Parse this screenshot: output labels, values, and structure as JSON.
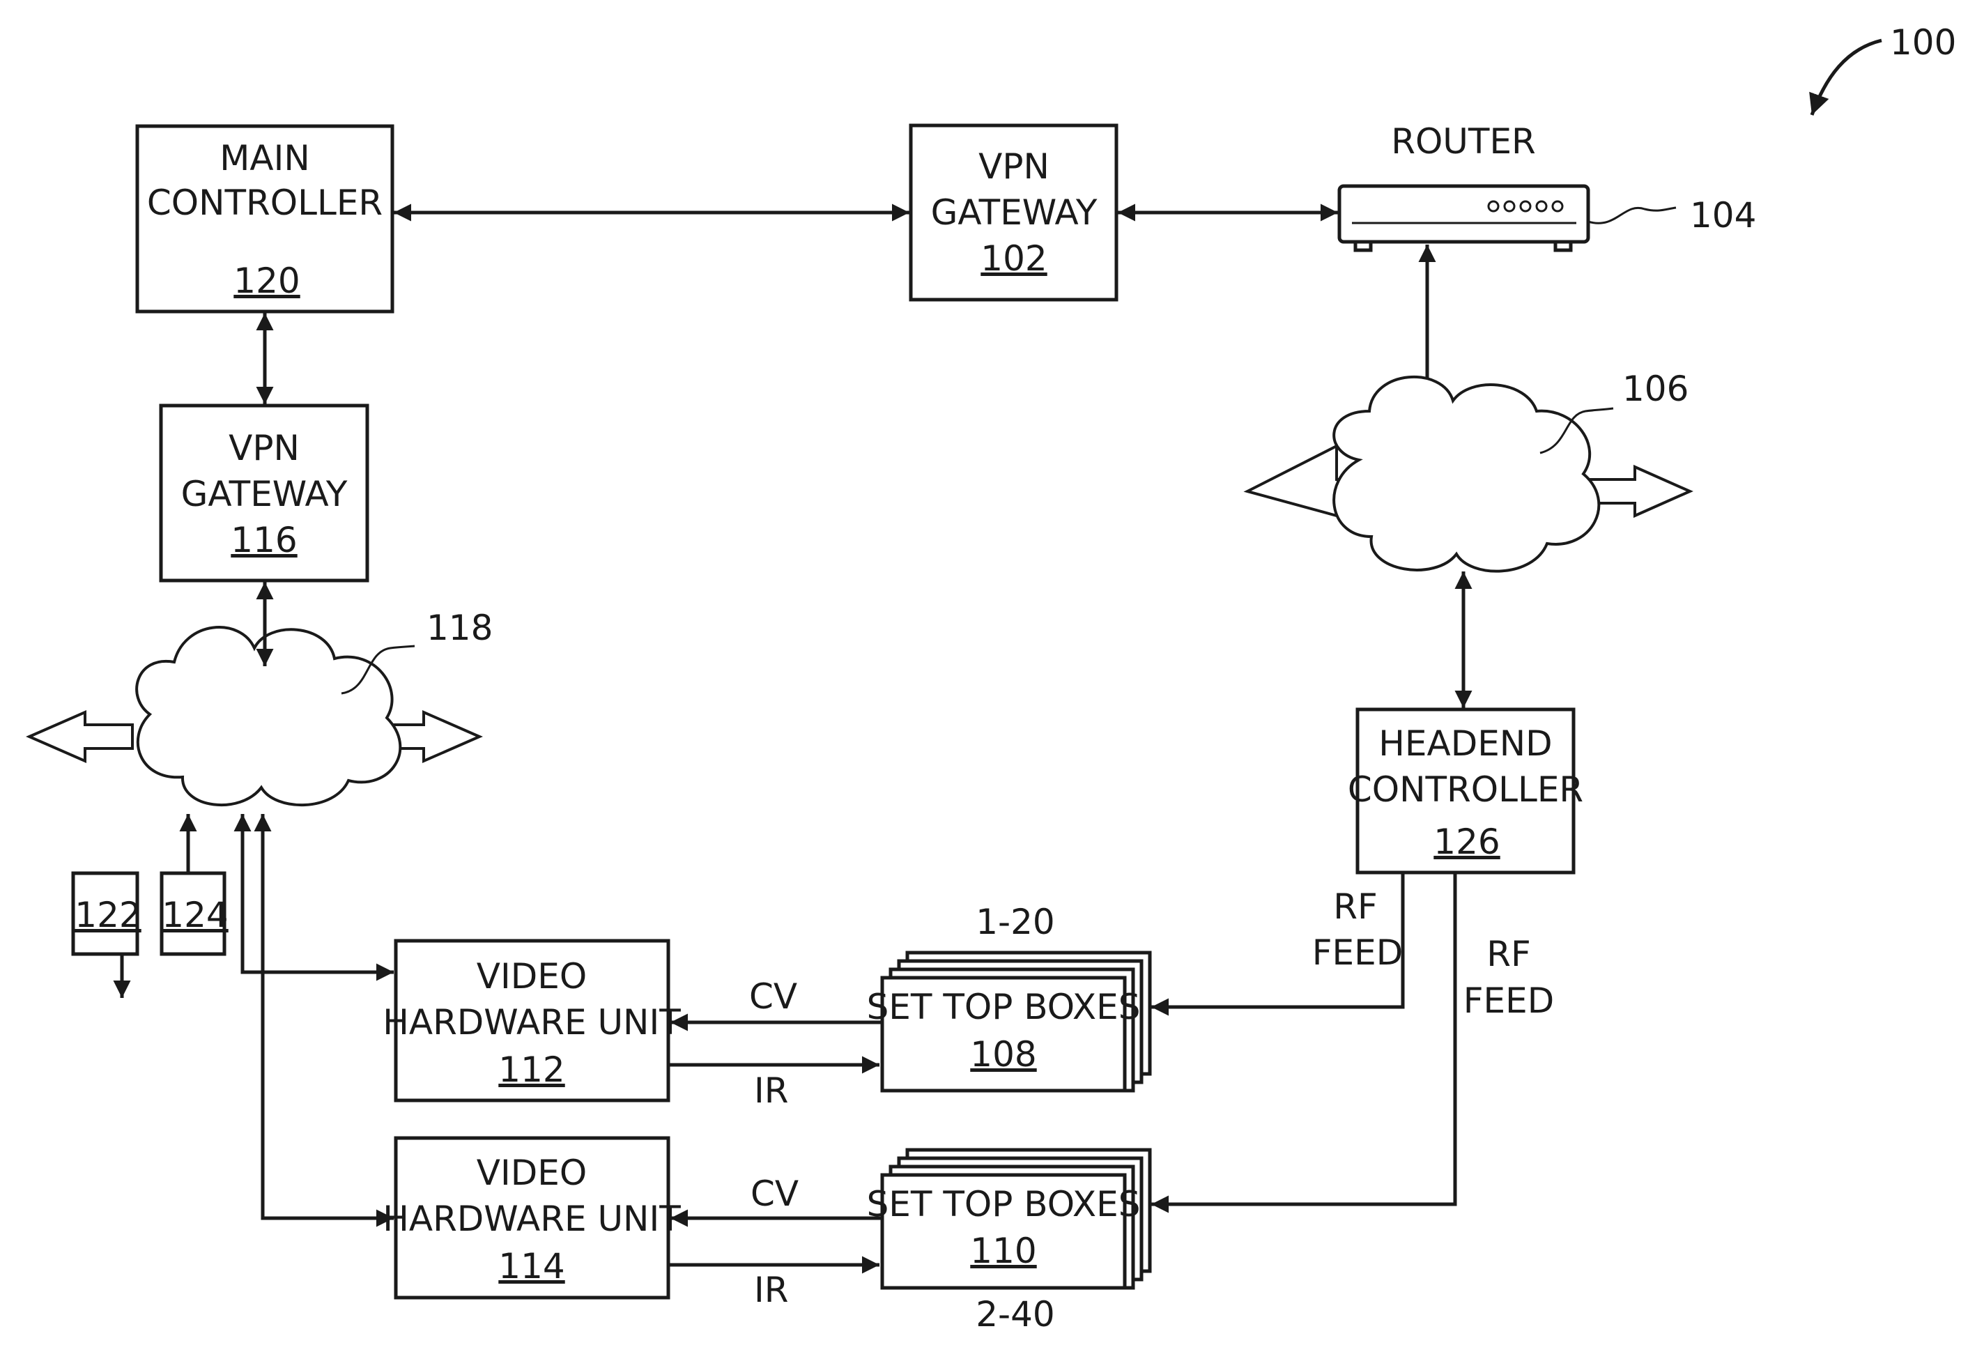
{
  "figure_ref": "100",
  "main_controller": {
    "line1": "MAIN",
    "line2": "CONTROLLER",
    "ref": "120"
  },
  "vpn_gateway_top": {
    "line1": "VPN",
    "line2": "GATEWAY",
    "ref": "102"
  },
  "router": {
    "label": "ROUTER",
    "ref": "104"
  },
  "vpn_gateway_left": {
    "line1": "VPN",
    "line2": "GATEWAY",
    "ref": "116"
  },
  "cloud_right": {
    "ref": "106"
  },
  "cloud_left": {
    "ref": "118"
  },
  "headend_controller": {
    "line1": "HEADEND",
    "line2": "CONTROLLER",
    "ref": "126"
  },
  "device_122": {
    "ref": "122"
  },
  "device_124": {
    "ref": "124"
  },
  "video_unit_112": {
    "line1": "VIDEO",
    "line2": "HARDWARE UNIT",
    "ref": "112"
  },
  "video_unit_114": {
    "line1": "VIDEO",
    "line2": "HARDWARE UNIT",
    "ref": "114"
  },
  "stb_108": {
    "label": "SET TOP BOXES",
    "ref": "108",
    "range": "1-20"
  },
  "stb_110": {
    "label": "SET TOP BOXES",
    "ref": "110",
    "range": "2-40"
  },
  "signals": {
    "cv": "CV",
    "ir": "IR",
    "rf_line1": "RF",
    "rf_line2": "FEED"
  }
}
